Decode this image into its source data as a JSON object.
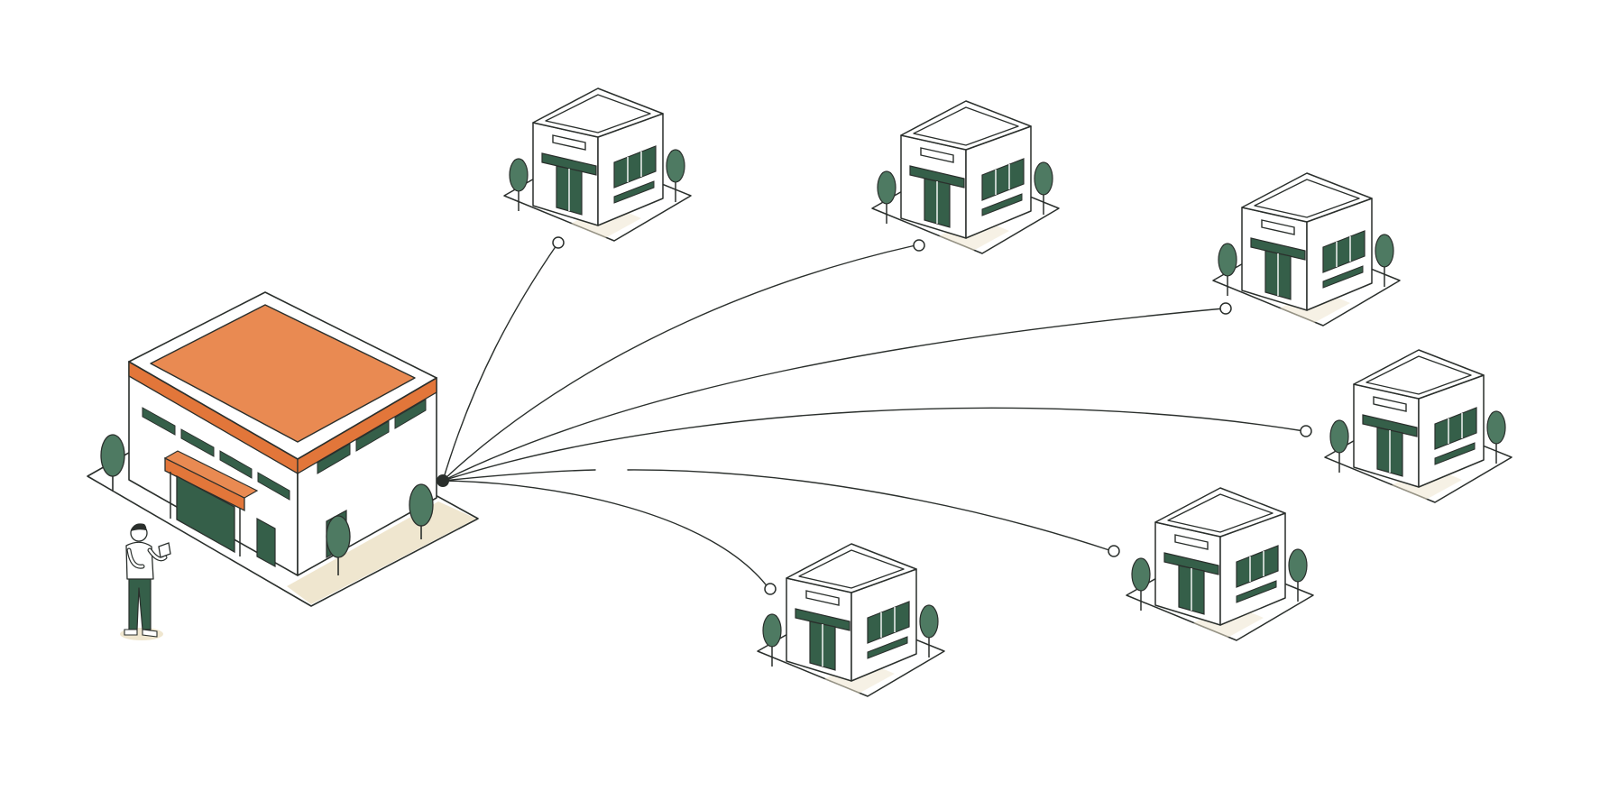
{
  "colors": {
    "background": "#ffffff",
    "line": "#2a2f2c",
    "roof_orange": "#e98a52",
    "roof_orange_dark": "#e2763a",
    "accent_green": "#355f49",
    "tree_green": "#4e7a62",
    "ground_tint": "#efe6cf",
    "wall": "#ffffff"
  },
  "hub": {
    "node_icon": "distribution-warehouse-icon",
    "person_icon": "person-with-tablet-icon"
  },
  "branches": [
    {
      "icon": "store-icon"
    },
    {
      "icon": "store-icon"
    },
    {
      "icon": "store-icon"
    },
    {
      "icon": "store-icon"
    },
    {
      "icon": "store-icon"
    },
    {
      "icon": "store-icon"
    }
  ],
  "connections": {
    "count": 6,
    "style": "curved-line",
    "endpoint": "open-circle"
  }
}
